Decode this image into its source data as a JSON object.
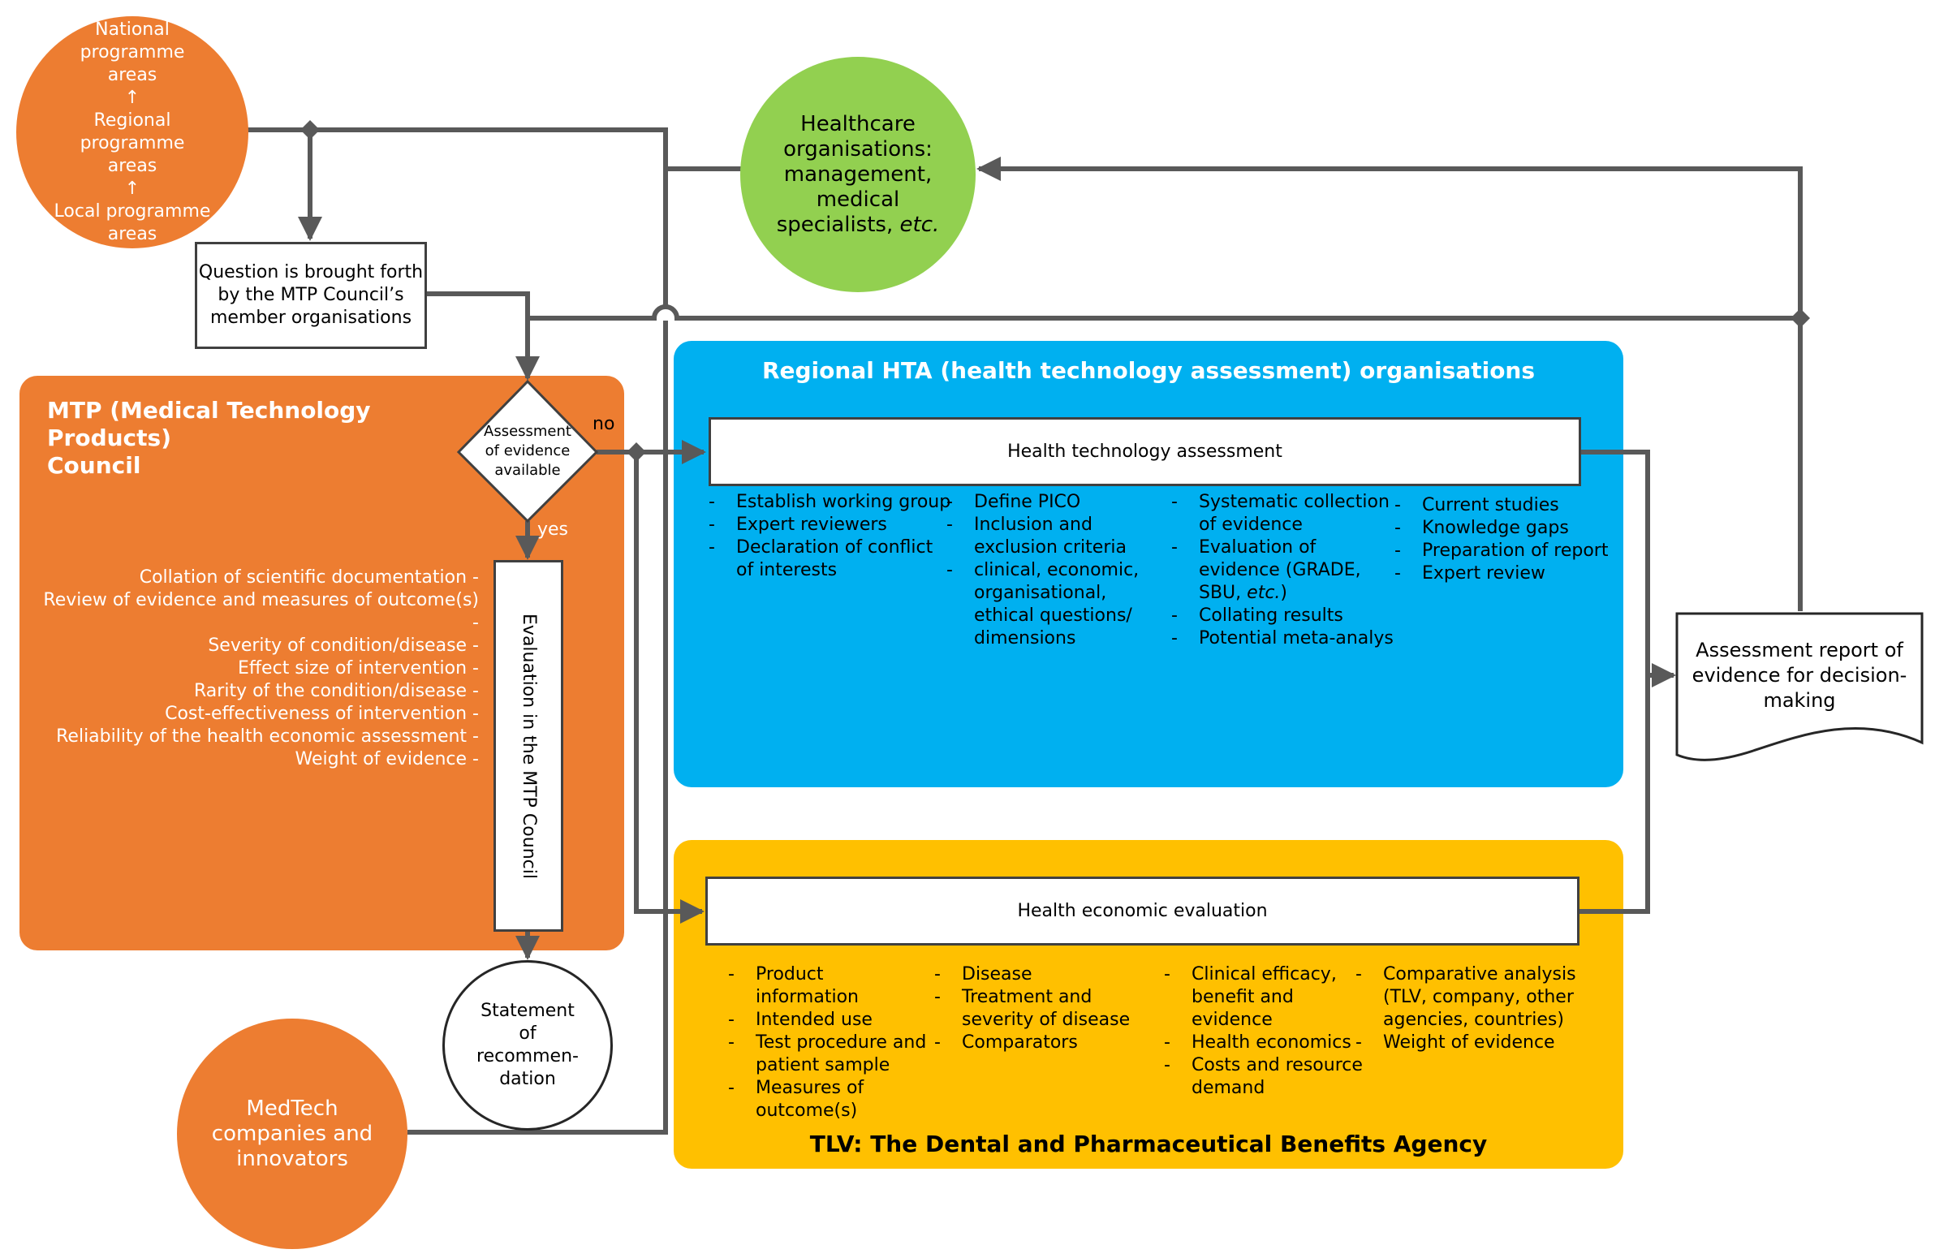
{
  "programme_areas": {
    "lines": [
      "National",
      "programme",
      "areas",
      "↑",
      "Regional",
      "programme",
      "areas",
      "↑",
      "Local programme",
      "areas"
    ]
  },
  "healthcare": {
    "lines": [
      "Healthcare",
      "organisations:",
      "management,",
      "medical",
      "specialists,"
    ],
    "last_italic": "etc."
  },
  "question_box": {
    "lines": [
      "Question is brought forth",
      "by the MTP Council’s",
      "member organisations"
    ]
  },
  "mtp": {
    "title_lines": [
      "MTP (Medical Technology Products)",
      "Council"
    ],
    "decision_lines": [
      "Assessment",
      "of evidence",
      "available"
    ],
    "no_label": "no",
    "yes_label": "yes",
    "criteria": [
      "Collation of scientific documentation",
      "Review of evidence and measures of outcome(s)",
      "Severity of condition/disease",
      "Effect size of intervention",
      "Rarity of the condition/disease",
      "Cost-effectiveness of intervention",
      "Reliability of the health economic assessment",
      "Weight of evidence"
    ],
    "evaluation_label": "Evaluation in the MTP Council"
  },
  "statement": {
    "lines": [
      "Statement",
      "of",
      "recommen-",
      "dation"
    ]
  },
  "medtech": {
    "lines": [
      "MedTech",
      "companies and",
      "innovators"
    ]
  },
  "hta": {
    "title": "Regional HTA (health technology assessment) organisations",
    "box_label": "Health technology assessment",
    "col1": [
      "Establish working group",
      "Expert reviewers",
      "Declaration of conflict of interests"
    ],
    "col2": [
      "Define PICO",
      "Inclusion and exclusion criteria",
      "clinical, economic, organisational, ethical questions/ dimensions"
    ],
    "col3_a": [
      "Systematic collection of evidence"
    ],
    "col3_b_prefix": "Evaluation of evidence (GRADE, SBU,",
    "col3_b_italic": "etc.",
    "col3_b_suffix": ")",
    "col3_c": [
      "Collating results",
      "Potential meta-analys"
    ],
    "col4": [
      "Current studies",
      "Knowledge gaps",
      "Preparation of report",
      "Expert review"
    ]
  },
  "tlv": {
    "title": "TLV: The Dental and Pharmaceutical Benefits Agency",
    "box_label": "Health economic evaluation",
    "col1": [
      "Product information",
      "Intended use",
      "Test procedure and patient sample",
      "Measures of outcome(s)"
    ],
    "col2": [
      "Disease",
      "Treatment and severity of disease",
      "Comparators"
    ],
    "col3": [
      "Clinical efficacy, benefit and evidence",
      "Health economics",
      "Costs and resource demand"
    ],
    "col4": [
      "Comparative analysis (TLV, company, other agencies, countries)",
      "Weight of evidence"
    ]
  },
  "report": {
    "lines": [
      "Assessment report of",
      "evidence for decision-",
      "making"
    ]
  },
  "colors": {
    "orange": "#ED7D31",
    "blue": "#00B0F0",
    "yellow": "#FFC000",
    "green": "#92D050",
    "connector": "#595959"
  }
}
